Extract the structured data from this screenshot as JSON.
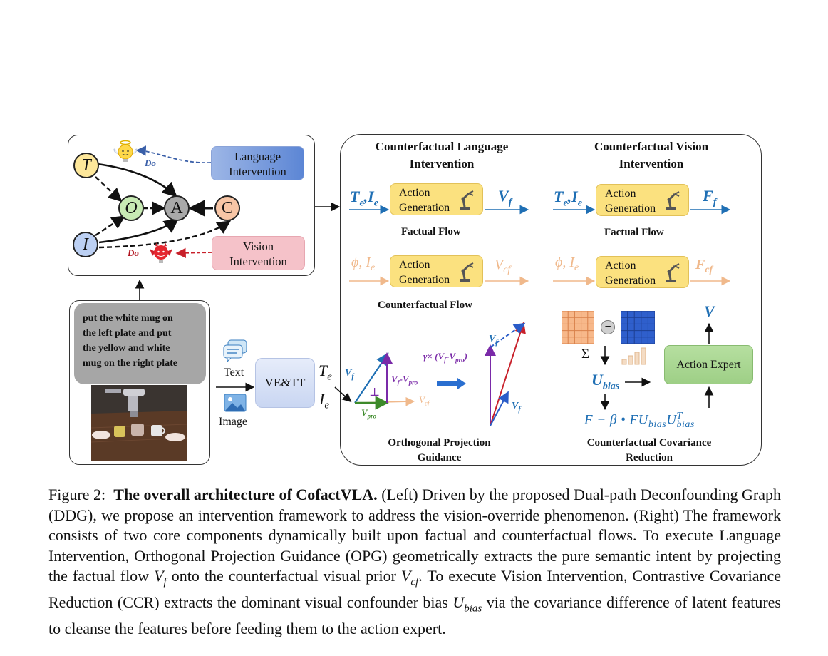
{
  "graph": {
    "nodes": {
      "T": "T",
      "O": "O",
      "A": "A",
      "C": "C",
      "I": "I"
    },
    "do_label": "Do",
    "language_intervention": [
      "Language",
      "Intervention"
    ],
    "vision_intervention": [
      "Vision",
      "Intervention"
    ],
    "colors": {
      "T": "#fde79a",
      "O": "#c8ebb4",
      "A": "#a9a9a9",
      "C": "#f8c6a6",
      "I": "#bcd0f3",
      "language_arrow": "#3a5fa8",
      "vision_arrow": "#c8202a"
    }
  },
  "instruction": {
    "lines": [
      "put the white mug on",
      "the left plate and put",
      "the yellow and white",
      "mug on the right plate"
    ]
  },
  "encoder": {
    "text_label": "Text",
    "image_label": "Image",
    "box_label": "VE&TT",
    "out_t": "T",
    "out_t_sub": "e",
    "out_i": "I",
    "out_i_sub": "e"
  },
  "language_col": {
    "title": [
      "Counterfactual Language",
      "Intervention"
    ],
    "factual_in": "T",
    "factual_in_sub1": "e",
    "factual_in_mid": ",I",
    "factual_in_sub2": "e",
    "factual_out": "V",
    "factual_out_sub": "f",
    "factual_flow": "Factual Flow",
    "cf_in": "ϕ, I",
    "cf_in_sub": "e",
    "cf_out": "V",
    "cf_out_sub": "cf",
    "cf_flow": "Counterfactual Flow",
    "ag": [
      "Action",
      "Generation"
    ],
    "opg": {
      "vf": "V",
      "vf_sub": "f",
      "vf_minus": "V",
      "vf_minus_sub1": "f",
      "vf_minus_mid": "-V",
      "vf_minus_sub2": "pro",
      "vpro": "V",
      "vpro_sub": "pro",
      "vcf": "V",
      "vcf_sub": "cf",
      "perp": "⊥",
      "gamma": "γ× (V",
      "gamma_sub1": "f",
      "gamma_mid": "-V",
      "gamma_sub2": "pro",
      "gamma_end": ")",
      "res_vf": "V",
      "res_vf_sub": "f",
      "res_vf2": "V",
      "res_vf2_sub": "f"
    },
    "opg_title": [
      "Orthogonal Projection",
      "Guidance"
    ]
  },
  "vision_col": {
    "title": [
      "Counterfactual Vision",
      "Intervention"
    ],
    "factual_in": "T",
    "factual_in_sub1": "e",
    "factual_in_mid": ",I",
    "factual_in_sub2": "e",
    "factual_out": "F",
    "factual_out_sub": "f",
    "factual_flow": "Factual Flow",
    "cf_in": "ϕ, I",
    "cf_in_sub": "e",
    "cf_out": "F",
    "cf_out_sub": "cf",
    "ag": [
      "Action",
      "Generation"
    ],
    "ccr": {
      "minus": "−",
      "sigma": "Σ",
      "u": "U",
      "u_sub": "bias",
      "v": "V",
      "expert": "Action Expert",
      "formula": "F − β • FU",
      "formula_sub": "bias",
      "formula_u": "U",
      "formula_sup": "T",
      "formula_sub2": "bias"
    },
    "ccr_title": [
      "Counterfactual Covariance",
      "Reduction"
    ]
  },
  "caption": {
    "prefix": "Figure 2:",
    "bold": "The overall architecture of CofactVLA.",
    "part1": "(Left) Driven by the proposed Dual-path Deconfounding Graph (DDG), we propose an intervention framework to address the vision-override phenomenon. (Right) The framework consists of two core components dynamically built upon factual and counterfactual flows. To execute Language Intervention, Orthogonal Projection Guidance (OPG) geometrically extracts the pure semantic intent by projecting the factual flow",
    "vf": "V",
    "vf_sub": "f",
    "part2": "onto the counterfactual visual prior",
    "vcf": "V",
    "vcf_sub": "cf",
    "part3": ". To execute Vision Intervention, Contrastive Covariance Reduction (CCR) extracts the dominant visual confounder bias",
    "ub": "U",
    "ub_sub": "bias",
    "part4": "via the covariance difference of latent features to cleanse the features before feeding them to the action expert."
  }
}
